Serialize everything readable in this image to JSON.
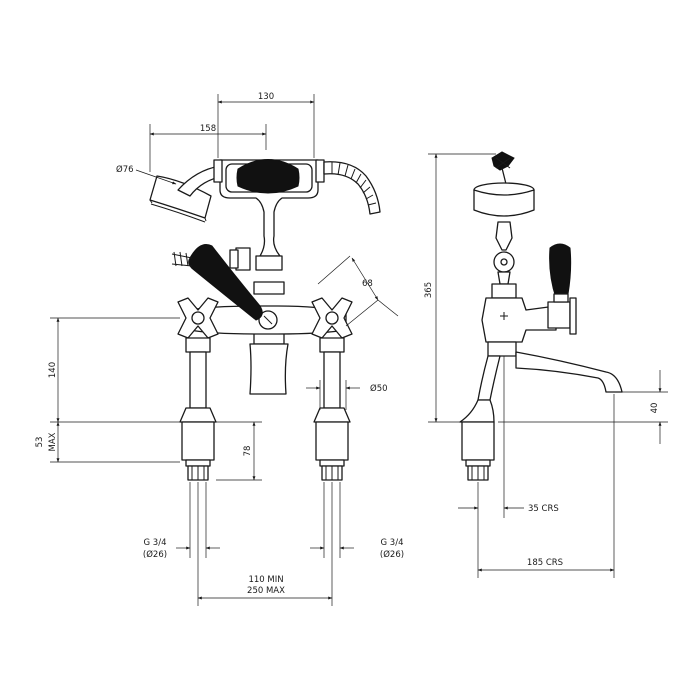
{
  "dimensions": {
    "width_130": "130",
    "width_158": "158",
    "diameter_76": "Ø76",
    "angle_68": "68",
    "height_365": "365",
    "height_140": "140",
    "max_53": "53",
    "max_label": "MAX",
    "height_78": "78",
    "diameter_50": "Ø50",
    "spout_40": "40",
    "crs_35": "35 CRS",
    "crs_185": "185 CRS",
    "thread_left": "G 3/4",
    "thread_left_dia": "(Ø26)",
    "thread_right": "G 3/4",
    "thread_right_dia": "(Ø26)",
    "centres_min": "110 MIN",
    "centres_max": "250 MAX"
  }
}
